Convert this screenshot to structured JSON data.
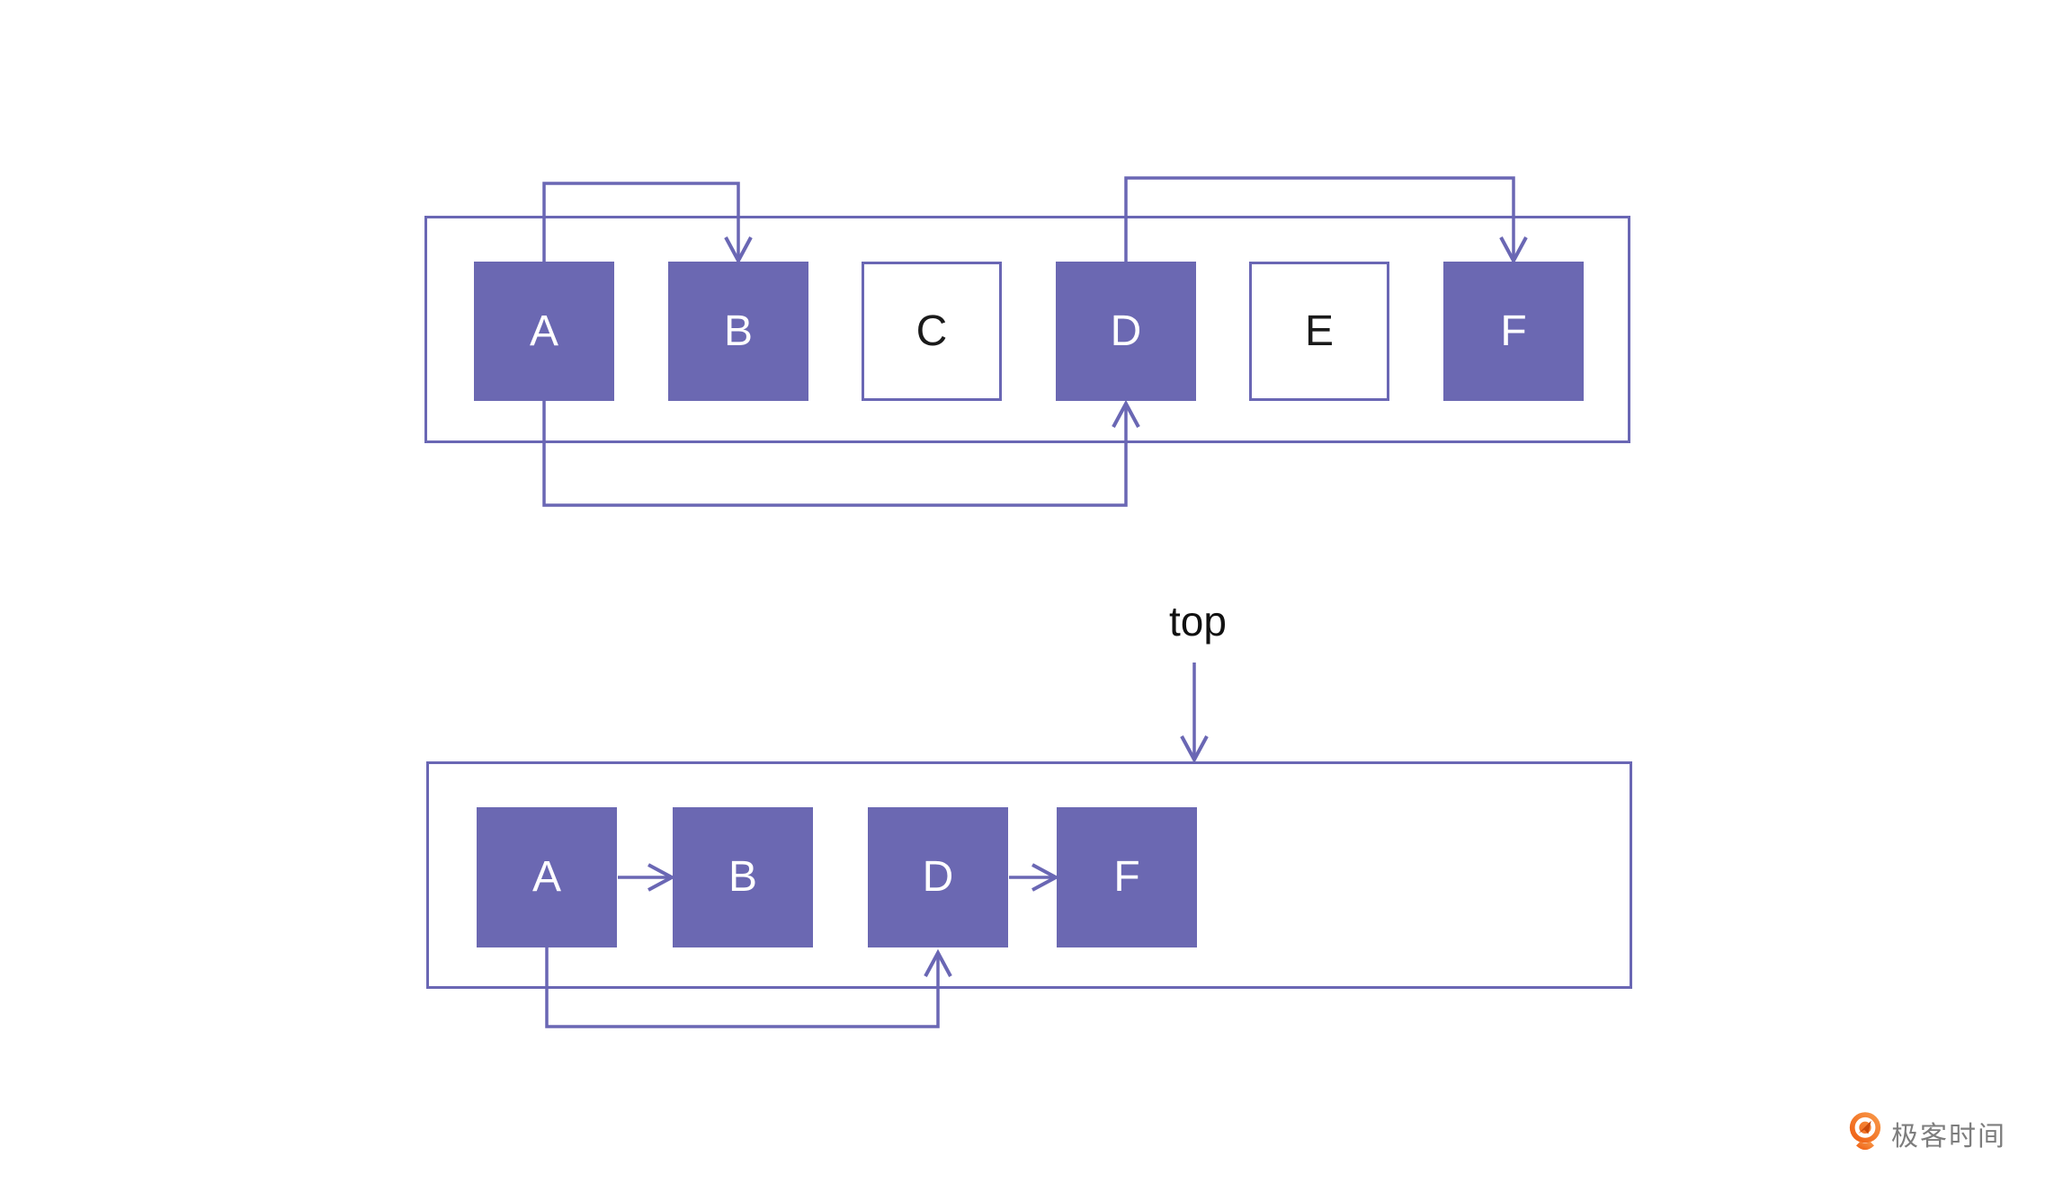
{
  "colors": {
    "background": "#ffffff",
    "purple_fill": "#6b68b2",
    "line": "#6a67b4",
    "filled_box_letter": "#ffffff",
    "outline_box_letter": "#1a1a1a",
    "top_label": "#111111",
    "logo_orange": "#ee5a0f",
    "logo_orange_light": "#f99d4d",
    "logo_orange_dark": "#c9490c",
    "logo_text": "#7d7d7d"
  },
  "diagram_before": {
    "boxes": [
      {
        "label": "A",
        "filled": true
      },
      {
        "label": "B",
        "filled": true
      },
      {
        "label": "C",
        "filled": false
      },
      {
        "label": "D",
        "filled": true
      },
      {
        "label": "E",
        "filled": false
      },
      {
        "label": "F",
        "filled": true
      }
    ],
    "pointers": [
      {
        "from": "A",
        "to": "B"
      },
      {
        "from": "D",
        "to": "F"
      },
      {
        "from": "A",
        "to": "D"
      }
    ]
  },
  "diagram_after": {
    "pointer_label": "top",
    "boxes": [
      {
        "label": "A",
        "filled": true
      },
      {
        "label": "B",
        "filled": true
      },
      {
        "label": "D",
        "filled": true
      },
      {
        "label": "F",
        "filled": true
      }
    ],
    "pointers": [
      {
        "from": "A",
        "to": "B"
      },
      {
        "from": "D",
        "to": "F"
      },
      {
        "from": "A",
        "to": "D"
      }
    ]
  },
  "footer": {
    "logo_text": "极客时间"
  }
}
